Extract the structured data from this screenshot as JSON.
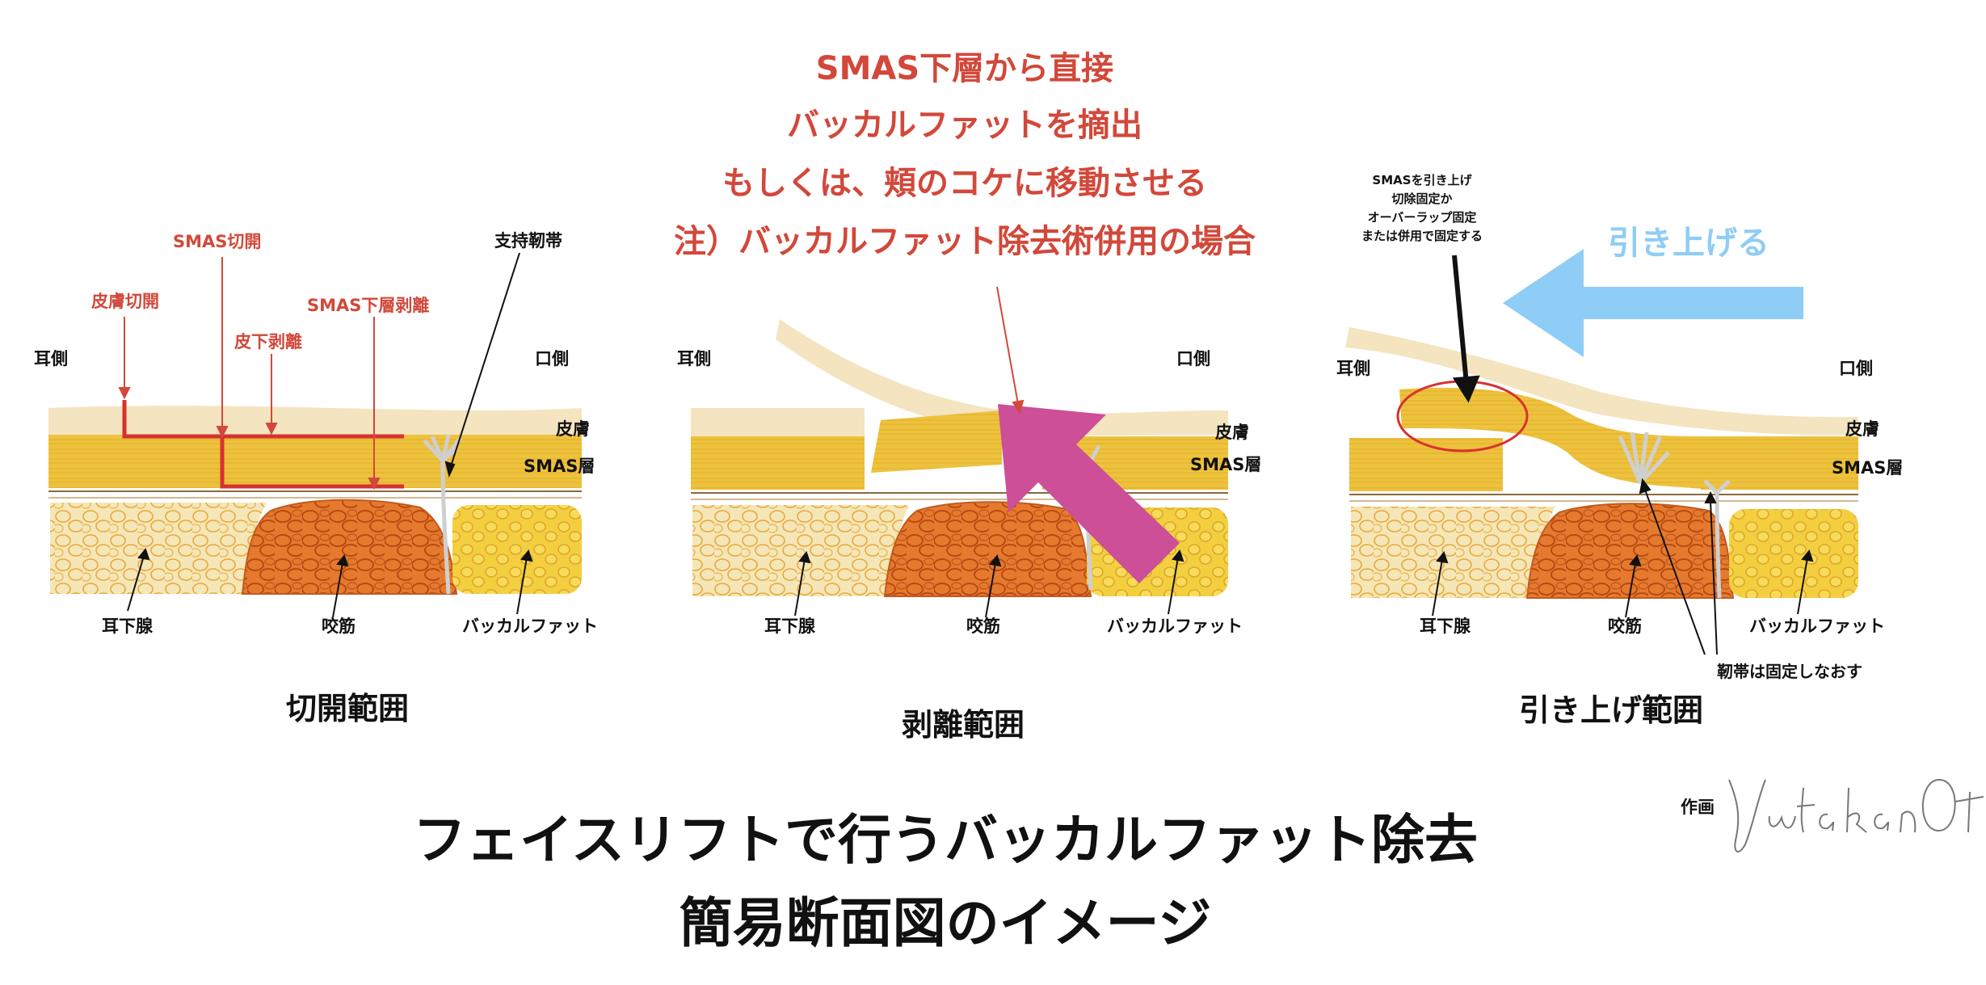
{
  "top_note": {
    "lines": [
      "SMAS下層から直接",
      "バッカルファットを摘出",
      "もしくは、頬のコケに移動させる",
      "注）バッカルファット除去術併用の場合"
    ],
    "color": "#d2483a"
  },
  "panel1": {
    "caption": "切開範囲",
    "ear_side": "耳側",
    "mouth_side": "口側",
    "skin": "皮膚",
    "smas_layer": "SMAS層",
    "parotid": "耳下腺",
    "masseter": "咬筋",
    "buccal_fat": "バッカルファット",
    "ligament": "支持靭帯",
    "smas_incision": "SMAS切開",
    "skin_incision": "皮膚切開",
    "subcutaneous_dissection": "皮下剥離",
    "sub_smas_dissection": "SMAS下層剥離"
  },
  "panel2": {
    "caption": "剥離範囲",
    "ear_side": "耳側",
    "mouth_side": "口側",
    "skin": "皮膚",
    "smas_layer": "SMAS層",
    "parotid": "耳下腺",
    "masseter": "咬筋",
    "buccal_fat": "バッカルファット"
  },
  "panel3": {
    "caption": "引き上げ範囲",
    "ear_side": "耳側",
    "mouth_side": "口側",
    "skin": "皮膚",
    "smas_layer": "SMAS層",
    "parotid": "耳下腺",
    "masseter": "咬筋",
    "buccal_fat": "バッカルファット",
    "ligament_note": "靭帯は固定しなおす",
    "lift_label": "引き上げる",
    "smas_note": [
      "SMASを引き上げ",
      "切除固定か",
      "オーバーラップ固定",
      "または併用で固定する"
    ]
  },
  "title": {
    "line1": "フェイスリフトで行うバッカルファット除去",
    "line2": "簡易断面図のイメージ"
  },
  "credit": {
    "label": "作画",
    "signature": "Yutaka Otani"
  },
  "colors": {
    "skin": "#f4e4bf",
    "smas": "#edc03b",
    "parotid": "#f4e2b0",
    "masseter": "#e3742a",
    "buccal_fat": "#f2cc3e",
    "accent_red": "#d2483a",
    "push_arrow": "#cc4f98",
    "lift_arrow": "#8ecdf5"
  }
}
